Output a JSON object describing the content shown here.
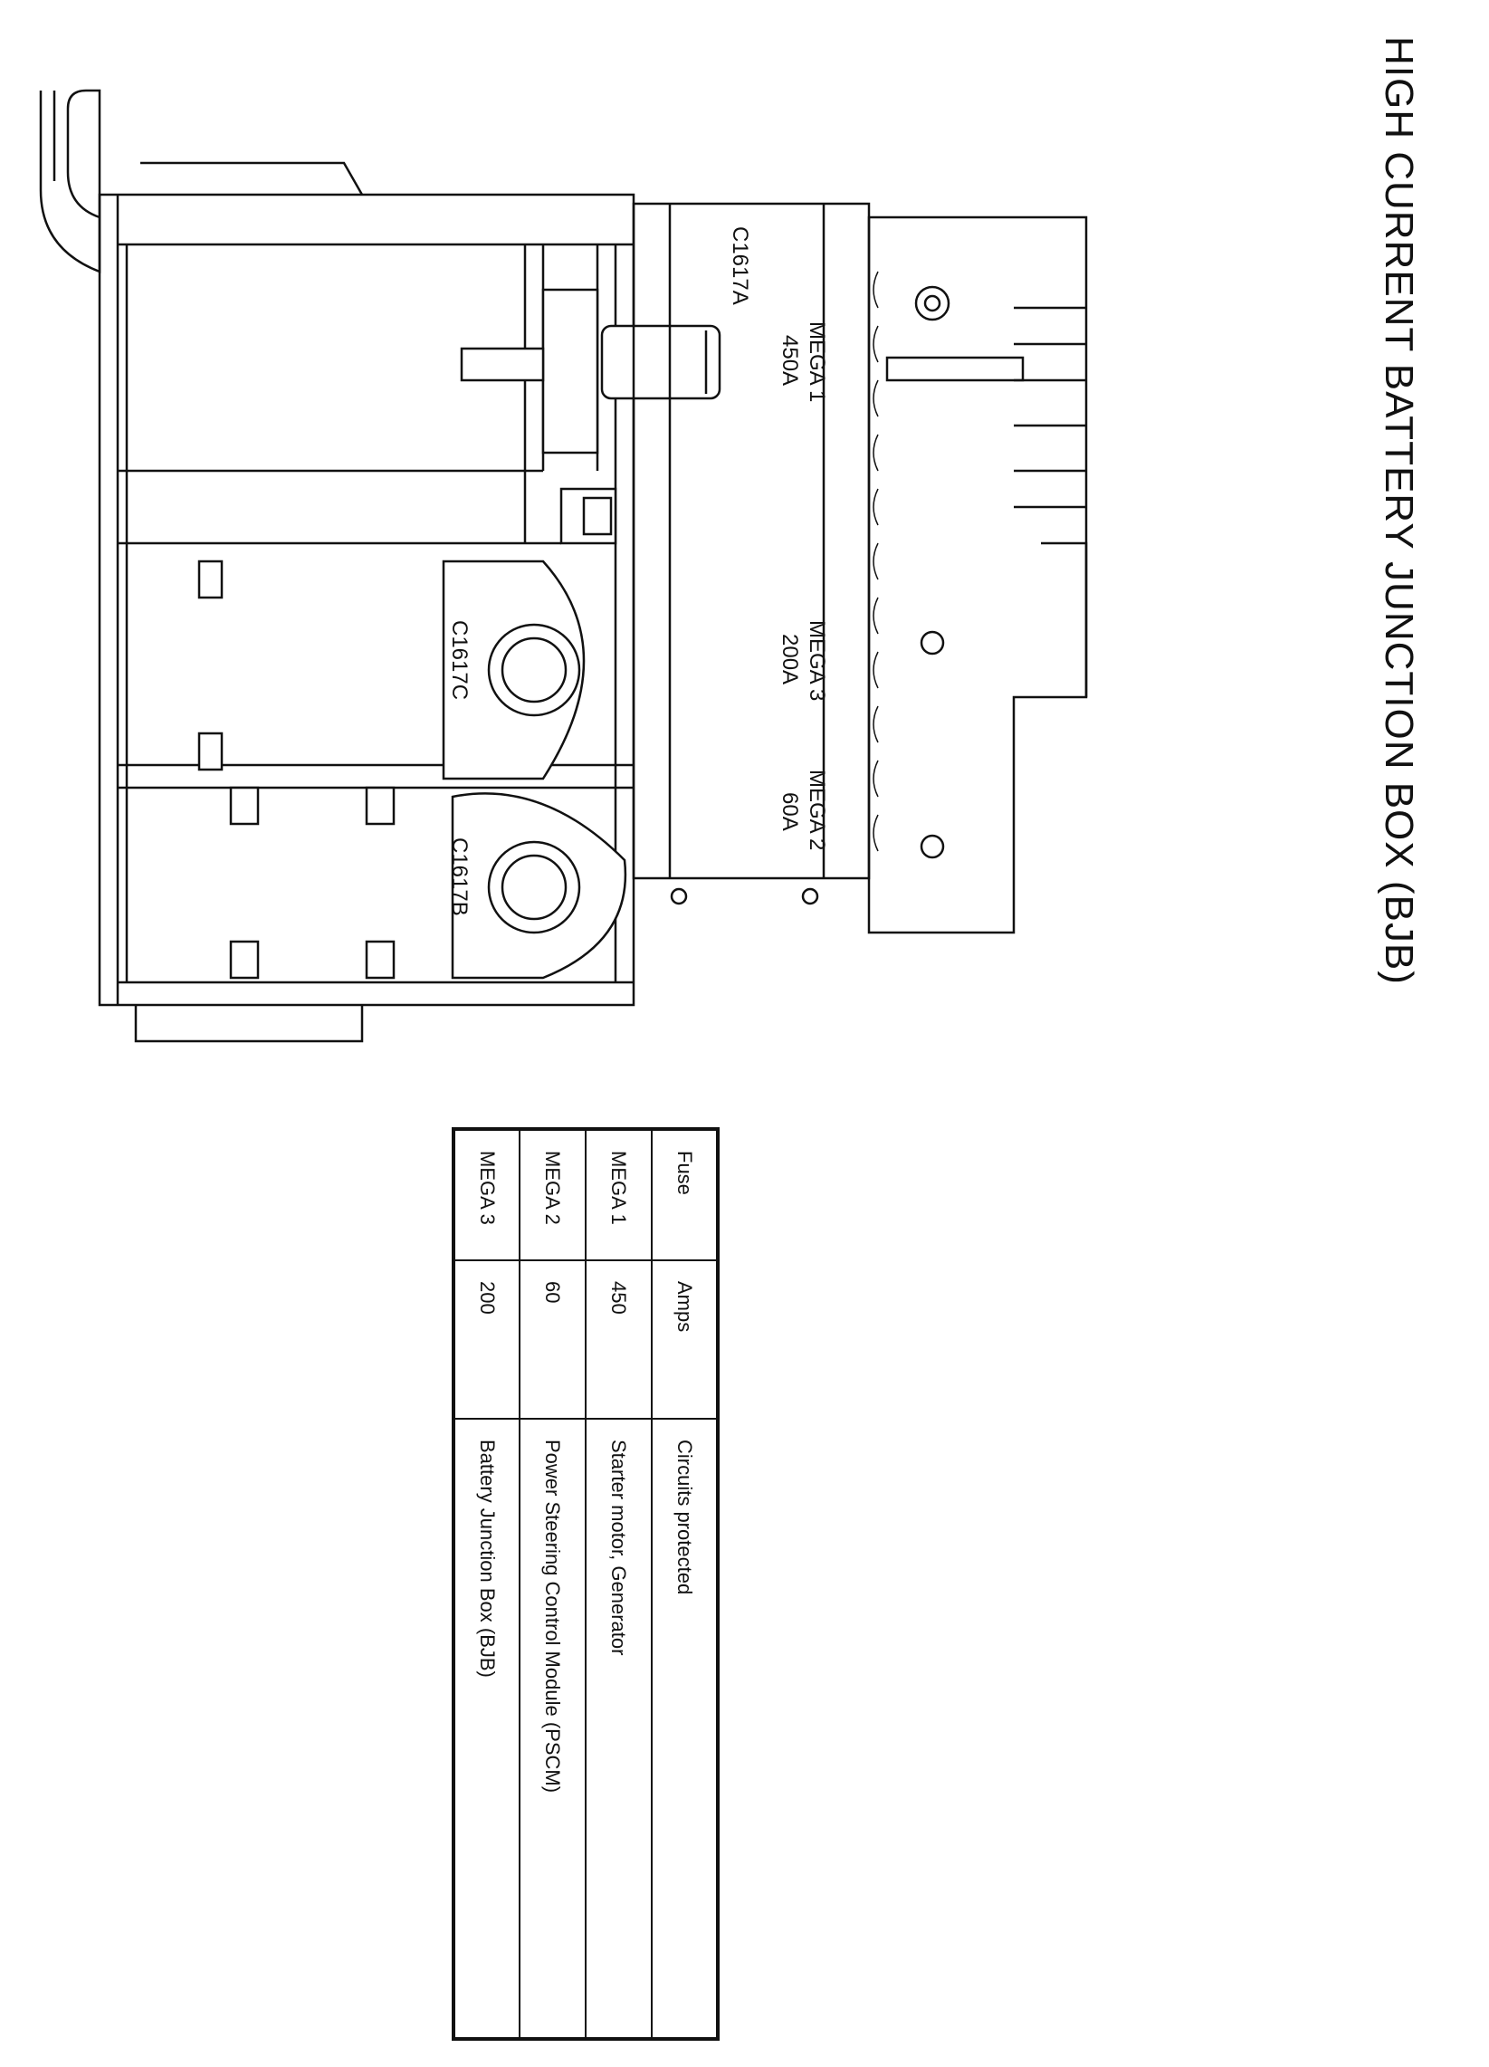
{
  "title": "HIGH CURRENT BATTERY JUNCTION BOX (BJB)",
  "diagram": {
    "connectors": [
      "C1617A",
      "C1617C",
      "C1617B"
    ],
    "fuses": [
      {
        "name": "MEGA 1",
        "rating": "450A"
      },
      {
        "name": "MEGA 3",
        "rating": "200A"
      },
      {
        "name": "MEGA 2",
        "rating": "60A"
      }
    ]
  },
  "table": {
    "headers": [
      "Fuse",
      "Amps",
      "Circuits protected"
    ],
    "rows": [
      [
        "MEGA 1",
        "450",
        "Starter motor, Generator"
      ],
      [
        "MEGA 2",
        "60",
        "Power Steering Control Module (PSCM)"
      ],
      [
        "MEGA 3",
        "200",
        "Battery Junction Box (BJB)"
      ]
    ]
  }
}
